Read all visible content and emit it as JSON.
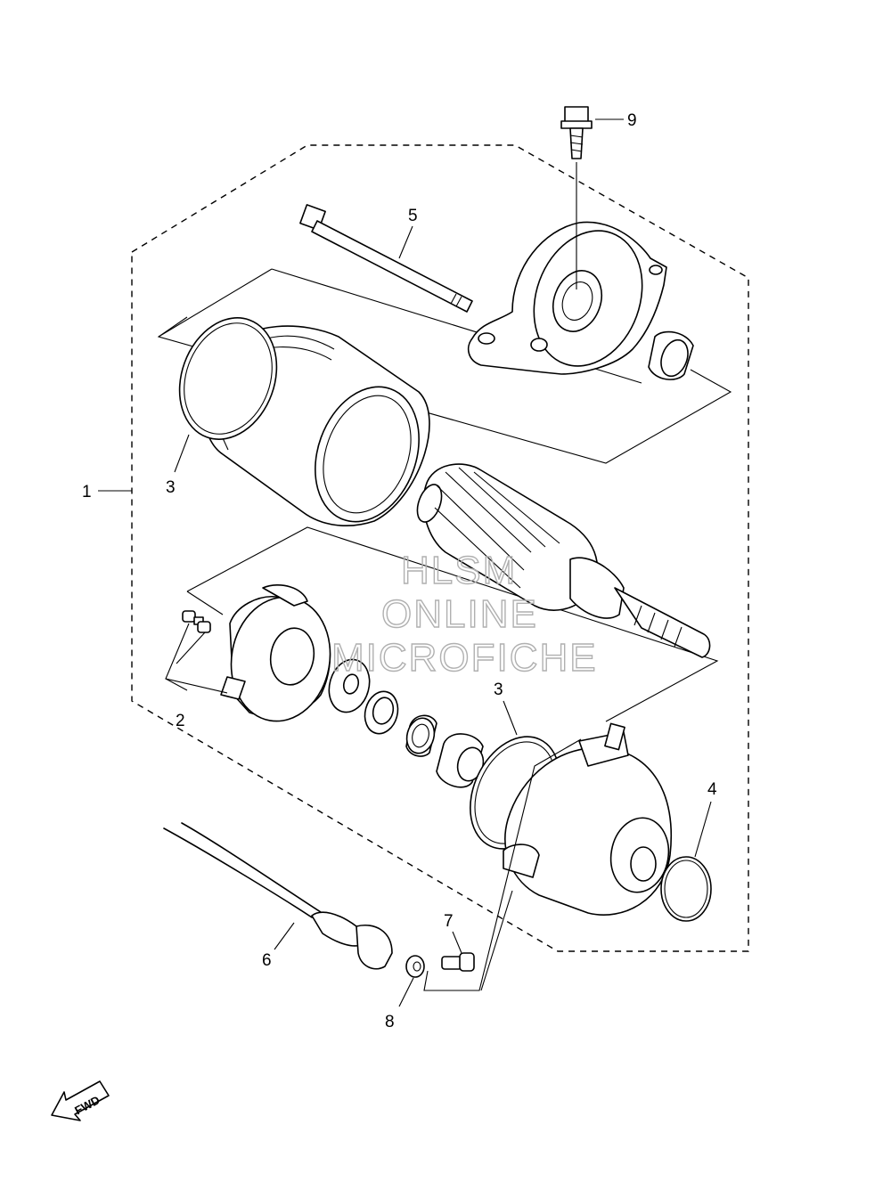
{
  "callouts": {
    "c1": "1",
    "c2": "2",
    "c3a": "3",
    "c3b": "3",
    "c4": "4",
    "c5": "5",
    "c6": "6",
    "c7": "7",
    "c8": "8",
    "c9": "9"
  },
  "watermark": {
    "line1": "HLSM",
    "line2": "ONLINE",
    "line3": "MICROFICHE"
  },
  "direction_badge": {
    "label": "FWD"
  }
}
